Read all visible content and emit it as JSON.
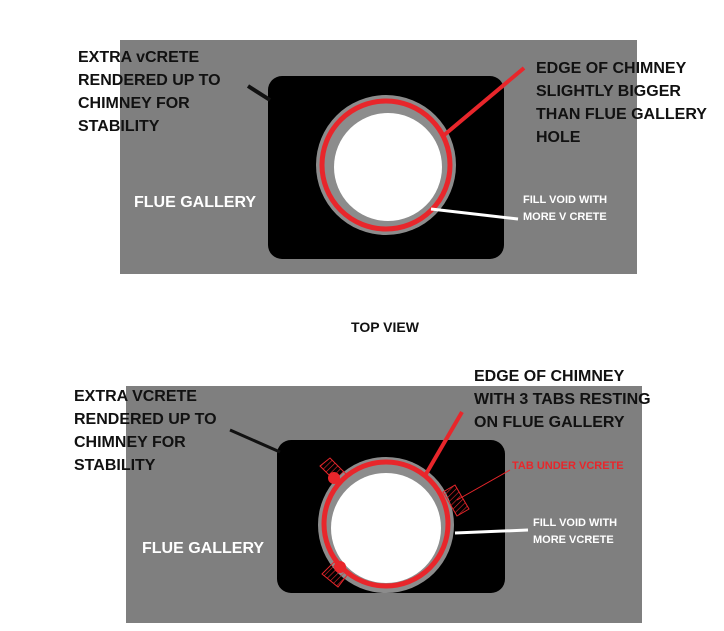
{
  "colors": {
    "slab": "#7f7f7f",
    "recess": "#000000",
    "ring": "#8c8c8c",
    "chimney_edge": "#e8262b",
    "hole": "#ffffff",
    "text_dark": "#111111",
    "text_light": "#ffffff"
  },
  "top_diagram": {
    "extra_label": [
      "EXTRA vCRETE",
      "RENDERED UP TO",
      "CHIMNEY FOR",
      "STABILITY"
    ],
    "edge_label": [
      "EDGE OF CHIMNEY",
      "SLIGHTLY BIGGER",
      "THAN FLUE GALLERY",
      "HOLE"
    ],
    "flue_label": "FLUE GALLERY",
    "fill_label": [
      "FILL VOID WITH",
      "MORE V CRETE"
    ]
  },
  "view_title": "TOP VIEW",
  "bottom_diagram": {
    "extra_label": [
      "EXTRA VCRETE",
      "RENDERED UP TO",
      "CHIMNEY FOR",
      "STABILITY"
    ],
    "edge_label": [
      "EDGE OF CHIMNEY",
      "WITH 3 TABS RESTING",
      "ON FLUE GALLERY"
    ],
    "tab_label": "TAB UNDER VCRETE",
    "flue_label": "FLUE GALLERY",
    "fill_label": [
      "FILL VOID WITH",
      "MORE VCRETE"
    ]
  }
}
